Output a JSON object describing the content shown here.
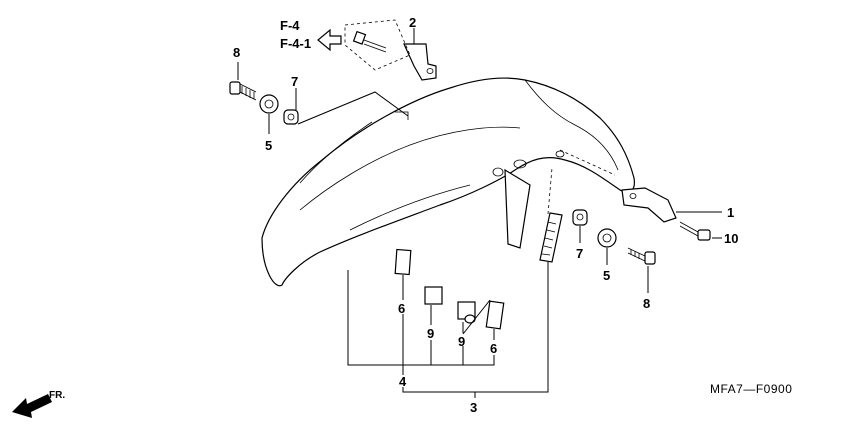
{
  "diagram": {
    "code": "MFA7—F0900",
    "direction_label": "FR.",
    "references": [
      "F-4",
      "F-4-1"
    ],
    "callouts": {
      "c1": "1",
      "c2": "2",
      "c3": "3",
      "c4": "4",
      "c5a": "5",
      "c5b": "5",
      "c6a": "6",
      "c6b": "6",
      "c7a": "7",
      "c7b": "7",
      "c8a": "8",
      "c8b": "8",
      "c9a": "9",
      "c9b": "9",
      "c10": "10"
    }
  }
}
